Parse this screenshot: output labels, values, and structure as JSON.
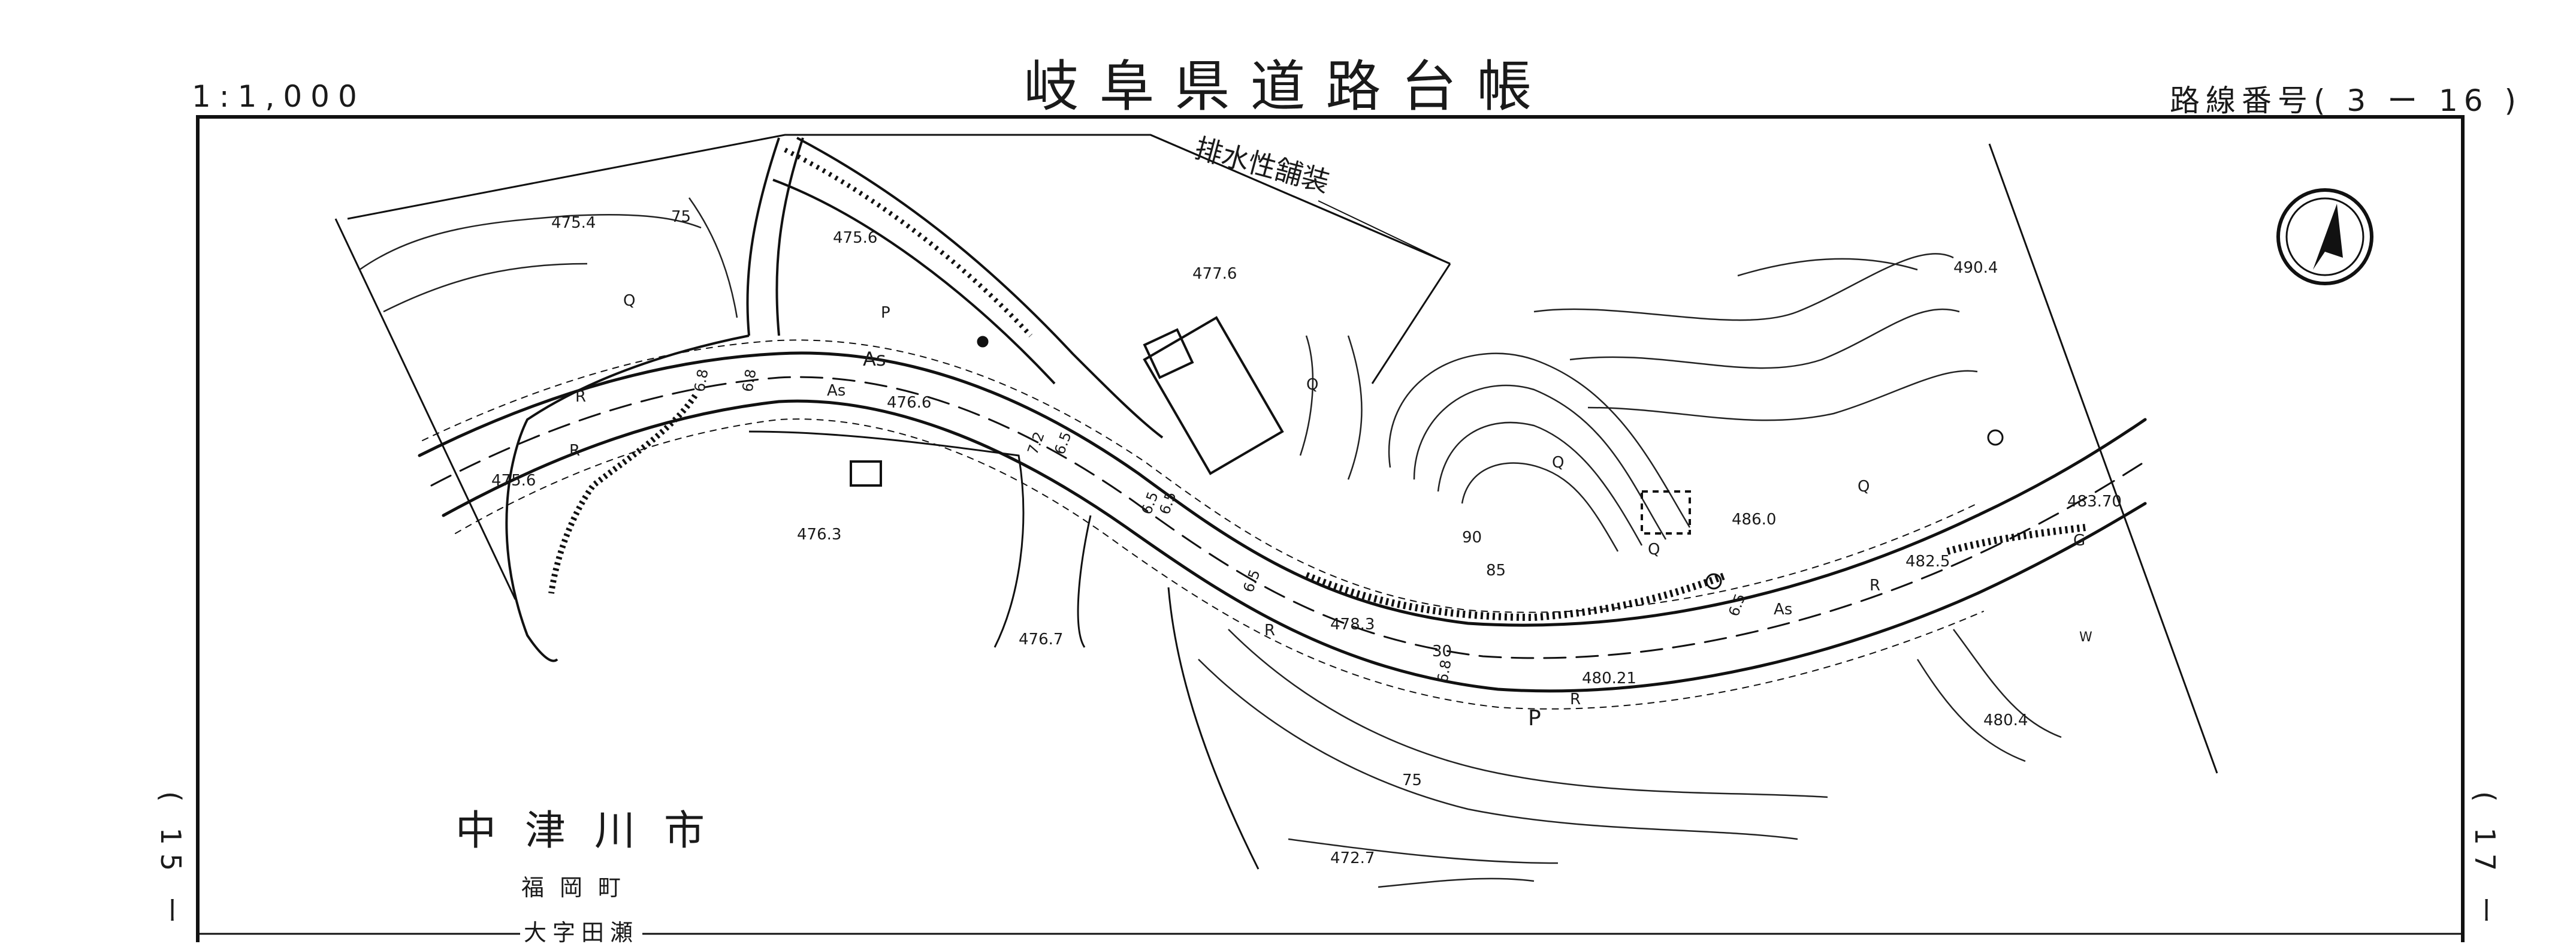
{
  "header": {
    "title": "岐阜県道路台帳",
    "scale": "1:1,000",
    "route_number": "路線番号( 3 ー 16 )"
  },
  "side_refs": {
    "left": "( 15 ー",
    "right": "( 17 ー"
  },
  "location": {
    "city": "中津川市",
    "town": "福岡町",
    "aza": "大字田瀬"
  },
  "annotations": {
    "pavement": "排水性舗装",
    "elevations": [
      "475.4",
      "475.6",
      "475.6",
      "476.6",
      "476.3",
      "476.7",
      "477.6",
      "478.3",
      "480.21",
      "480.4",
      "482.5",
      "483.70",
      "486.0",
      "490.4",
      "472.7"
    ],
    "contour_labels": [
      "75",
      "90",
      "85",
      "75",
      "30"
    ],
    "road_marks": [
      "As",
      "As",
      "As",
      "R",
      "R",
      "R",
      "R",
      "R",
      "P",
      "P",
      "G",
      "W",
      "Q",
      "Q",
      "Q",
      "Q",
      "Q"
    ],
    "widths": [
      "6.8",
      "6.8",
      "7.2",
      "6.5",
      "6.5",
      "6.5",
      "6.5",
      "6.8",
      "6.5"
    ]
  },
  "north_arrow": "north-arrow-icon"
}
